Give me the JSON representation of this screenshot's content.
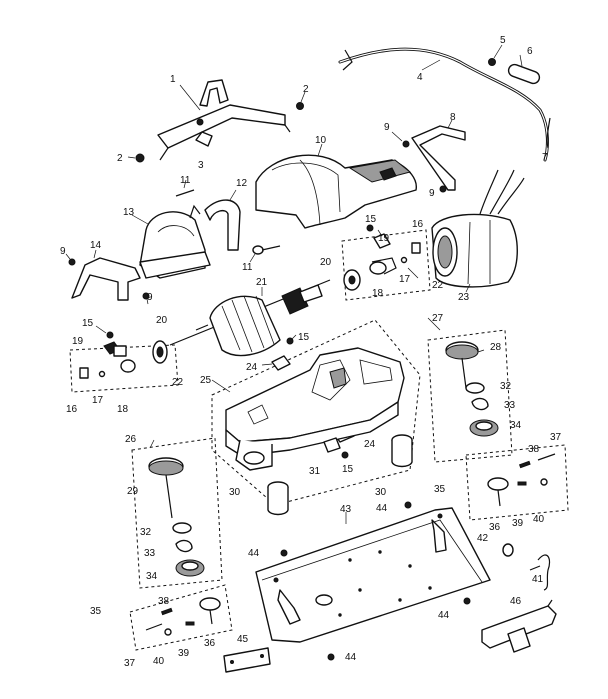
{
  "diagram": {
    "background": "#ffffff",
    "ink": "#111111",
    "callouts": [
      "1",
      "2",
      "2",
      "3",
      "4",
      "5",
      "6",
      "7",
      "8",
      "9",
      "9",
      "9",
      "9",
      "10",
      "11",
      "11",
      "12",
      "13",
      "14",
      "15",
      "15",
      "15",
      "15",
      "16",
      "16",
      "17",
      "17",
      "18",
      "18",
      "19",
      "19",
      "20",
      "20",
      "21",
      "22",
      "22",
      "23",
      "24",
      "24",
      "25",
      "26",
      "27",
      "28",
      "29",
      "30",
      "30",
      "31",
      "32",
      "32",
      "33",
      "33",
      "34",
      "34",
      "35",
      "35",
      "36",
      "36",
      "37",
      "37",
      "38",
      "38",
      "39",
      "39",
      "40",
      "40",
      "41",
      "42",
      "43",
      "44",
      "44",
      "44",
      "44",
      "45",
      "46"
    ]
  }
}
